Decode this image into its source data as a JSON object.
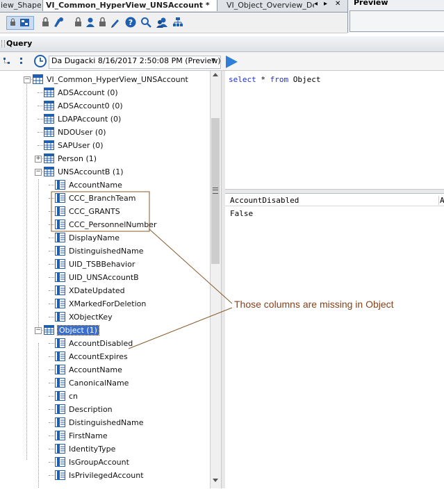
{
  "tabs": [
    {
      "label": "iew_Shape"
    },
    {
      "label": "VI_Common_HyperView_UNSAccount *",
      "active": true
    },
    {
      "label": "VI_Object_Overview_Defa"
    }
  ],
  "tab_nav": {
    "left": "◂",
    "right": "▸",
    "close": "✕"
  },
  "preview": {
    "title": "Preview"
  },
  "query_panel": {
    "title": "Query"
  },
  "connection": {
    "label": "Da Dugacki 8/16/2017 2:50:08 PM (Preview)"
  },
  "sql": {
    "kw1": "select",
    "mid": " * ",
    "kw2": "from",
    "tail": " Object"
  },
  "results": {
    "columns": [
      "AccountDisabled",
      "A"
    ],
    "rows": [
      [
        "False"
      ]
    ]
  },
  "annotation": {
    "text": "Those columns are missing in Object"
  },
  "tree": [
    {
      "label": "VI_Common_HyperView_UNSAccount",
      "type": "view",
      "level": 0,
      "expander": "−"
    },
    {
      "label": "ADSAccount (0)",
      "type": "table",
      "level": 1
    },
    {
      "label": "ADSAccount0 (0)",
      "type": "table",
      "level": 1
    },
    {
      "label": "LDAPAccount (0)",
      "type": "table",
      "level": 1
    },
    {
      "label": "NDOUser (0)",
      "type": "table",
      "level": 1
    },
    {
      "label": "SAPUser (0)",
      "type": "table",
      "level": 1
    },
    {
      "label": "Person (1)",
      "type": "table",
      "level": 1,
      "expander": "+"
    },
    {
      "label": "UNSAccountB (1)",
      "type": "table",
      "level": 1,
      "expander": "−"
    },
    {
      "label": "AccountName",
      "type": "column",
      "level": 2
    },
    {
      "label": "CCC_BranchTeam",
      "type": "column",
      "level": 2
    },
    {
      "label": "CCC_GRANTS",
      "type": "column",
      "level": 2
    },
    {
      "label": "CCC_PersonnelNumber",
      "type": "column",
      "level": 2
    },
    {
      "label": "DisplayName",
      "type": "column",
      "level": 2
    },
    {
      "label": "DistinguishedName",
      "type": "column",
      "level": 2
    },
    {
      "label": "UID_TSBBehavior",
      "type": "column",
      "level": 2
    },
    {
      "label": "UID_UNSAccountB",
      "type": "column",
      "level": 2
    },
    {
      "label": "XDateUpdated",
      "type": "column",
      "level": 2
    },
    {
      "label": "XMarkedForDeletion",
      "type": "column",
      "level": 2
    },
    {
      "label": "XObjectKey",
      "type": "column",
      "level": 2
    },
    {
      "label": "Object (1)",
      "type": "table",
      "level": 1,
      "expander": "−",
      "selected": true
    },
    {
      "label": "AccountDisabled",
      "type": "column",
      "level": 2
    },
    {
      "label": "AccountExpires",
      "type": "column",
      "level": 2
    },
    {
      "label": "AccountName",
      "type": "column",
      "level": 2
    },
    {
      "label": "CanonicalName",
      "type": "column",
      "level": 2
    },
    {
      "label": "cn",
      "type": "column",
      "level": 2
    },
    {
      "label": "Description",
      "type": "column",
      "level": 2
    },
    {
      "label": "DistinguishedName",
      "type": "column",
      "level": 2
    },
    {
      "label": "FirstName",
      "type": "column",
      "level": 2
    },
    {
      "label": "IdentityType",
      "type": "column",
      "level": 2
    },
    {
      "label": "IsGroupAccount",
      "type": "column",
      "level": 2
    },
    {
      "label": "IsPrivilegedAccount",
      "type": "column",
      "level": 2
    }
  ],
  "colors": {
    "accent": "#3a6fd0",
    "annotation": "#8a3f16",
    "keyword": "#1c2fd8",
    "icon": "#1f5fb0",
    "run": "#2f7fd6"
  }
}
